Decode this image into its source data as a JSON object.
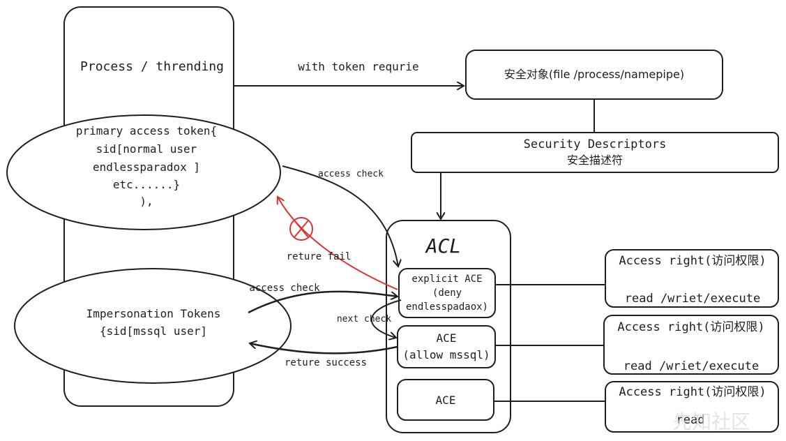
{
  "process_box": {
    "title": "Process / thrending"
  },
  "primary_token": {
    "line1": "primary access token{",
    "line2": "sid[normal user",
    "line3": "endlessparadox ]",
    "line4": "etc......}",
    "line5": "),"
  },
  "impersonation_token": {
    "line1": "Impersonation Tokens",
    "line2": "{sid[mssql user]"
  },
  "secure_object": {
    "label": "安全对象(file /process/namepipe)"
  },
  "security_descriptor": {
    "line1": "Security Descriptors",
    "line2": "安全描述符"
  },
  "acl": {
    "title": "ACL",
    "ace1": {
      "line1": "explicit ACE",
      "line2": "(deny",
      "line3": "endlesspadaox)"
    },
    "ace2": {
      "line1": "ACE",
      "line2": "(allow mssql)"
    },
    "ace3": {
      "line1": "ACE"
    }
  },
  "access_rights": [
    {
      "title": "Access right(访问权限)",
      "perms": "read /wriet/execute"
    },
    {
      "title": "Access right(访问权限)",
      "perms": "read /wriet/execute"
    },
    {
      "title": "Access right(访问权限)",
      "perms": "read"
    }
  ],
  "arrows": {
    "with_token": "with token requrie",
    "access_check_1": "access check",
    "access_check_2": "access check",
    "next_check": "next check",
    "return_fail": "reture fail",
    "return_success": "reture success"
  },
  "colors": {
    "stroke": "#1e1e1e",
    "fail": "#e03131",
    "background": "#ffffff"
  },
  "watermark": "先知社区"
}
